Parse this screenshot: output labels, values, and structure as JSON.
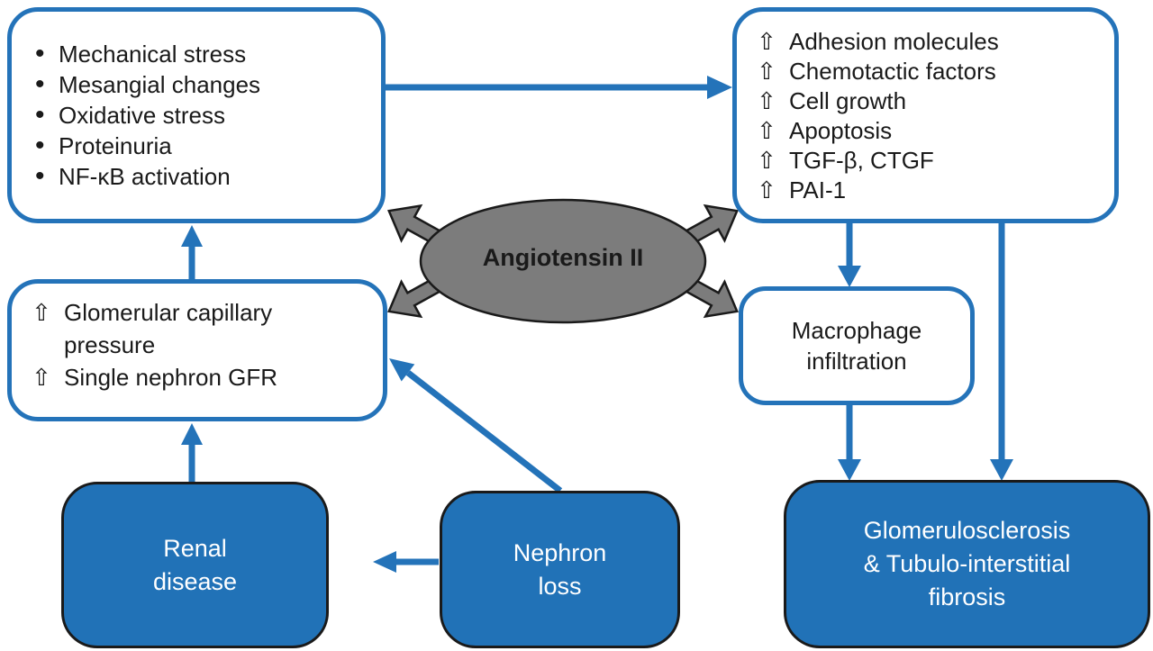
{
  "colors": {
    "line_blue": "#2473b9",
    "fill_blue": "#2172b7",
    "ellipse_gray": "#7c7c7c",
    "outline_black": "#1a1a1a",
    "text_dark": "#1a1a1a",
    "text_white": "#ffffff"
  },
  "icons": {
    "bullet": "•",
    "up_arrow": "⇧"
  },
  "center": {
    "label": "Angiotensin II"
  },
  "boxes": {
    "stimuli": {
      "items": [
        "Mechanical stress",
        "Mesangial changes",
        "Oxidative stress",
        "Proteinuria",
        "NF-κB activation"
      ]
    },
    "mediators": {
      "items": [
        "Adhesion molecules",
        "Chemotactic factors",
        "Cell growth",
        "Apoptosis",
        "TGF-β, CTGF",
        "PAI-1"
      ]
    },
    "hemodynamics": {
      "items": [
        "Glomerular capillary pressure",
        "Single nephron GFR"
      ]
    },
    "macrophage": {
      "lines": [
        "Macrophage",
        "infiltration"
      ]
    },
    "renal_disease": {
      "lines": [
        "Renal",
        "disease"
      ]
    },
    "nephron_loss": {
      "lines": [
        "Nephron",
        "loss"
      ]
    },
    "fibrosis": {
      "lines": [
        "Glomerulosclerosis",
        "& Tubulo-interstitial",
        "fibrosis"
      ]
    }
  }
}
